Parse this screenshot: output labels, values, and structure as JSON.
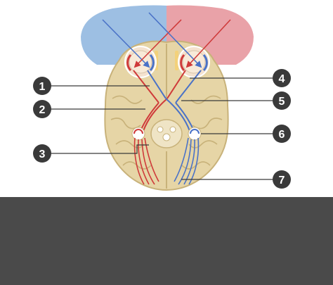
{
  "markers": [
    {
      "id": "marker-1",
      "text": "1"
    },
    {
      "id": "marker-2",
      "text": "2"
    },
    {
      "id": "marker-3",
      "text": "3"
    },
    {
      "id": "marker-4",
      "text": "4"
    },
    {
      "id": "marker-5",
      "text": "5"
    },
    {
      "id": "marker-6",
      "text": "6"
    },
    {
      "id": "marker-7",
      "text": "7"
    }
  ],
  "colors": {
    "left_visual_field": "#9dbfe3",
    "right_visual_field": "#e9a2a8",
    "left_pathway": "#4a72c7",
    "right_pathway": "#cf3a3a",
    "brain_fill": "#e6d5a6",
    "brain_outline": "#c8b27a",
    "marker_fill": "#3a3a3a",
    "bottom_panel": "#4a4a4a"
  }
}
